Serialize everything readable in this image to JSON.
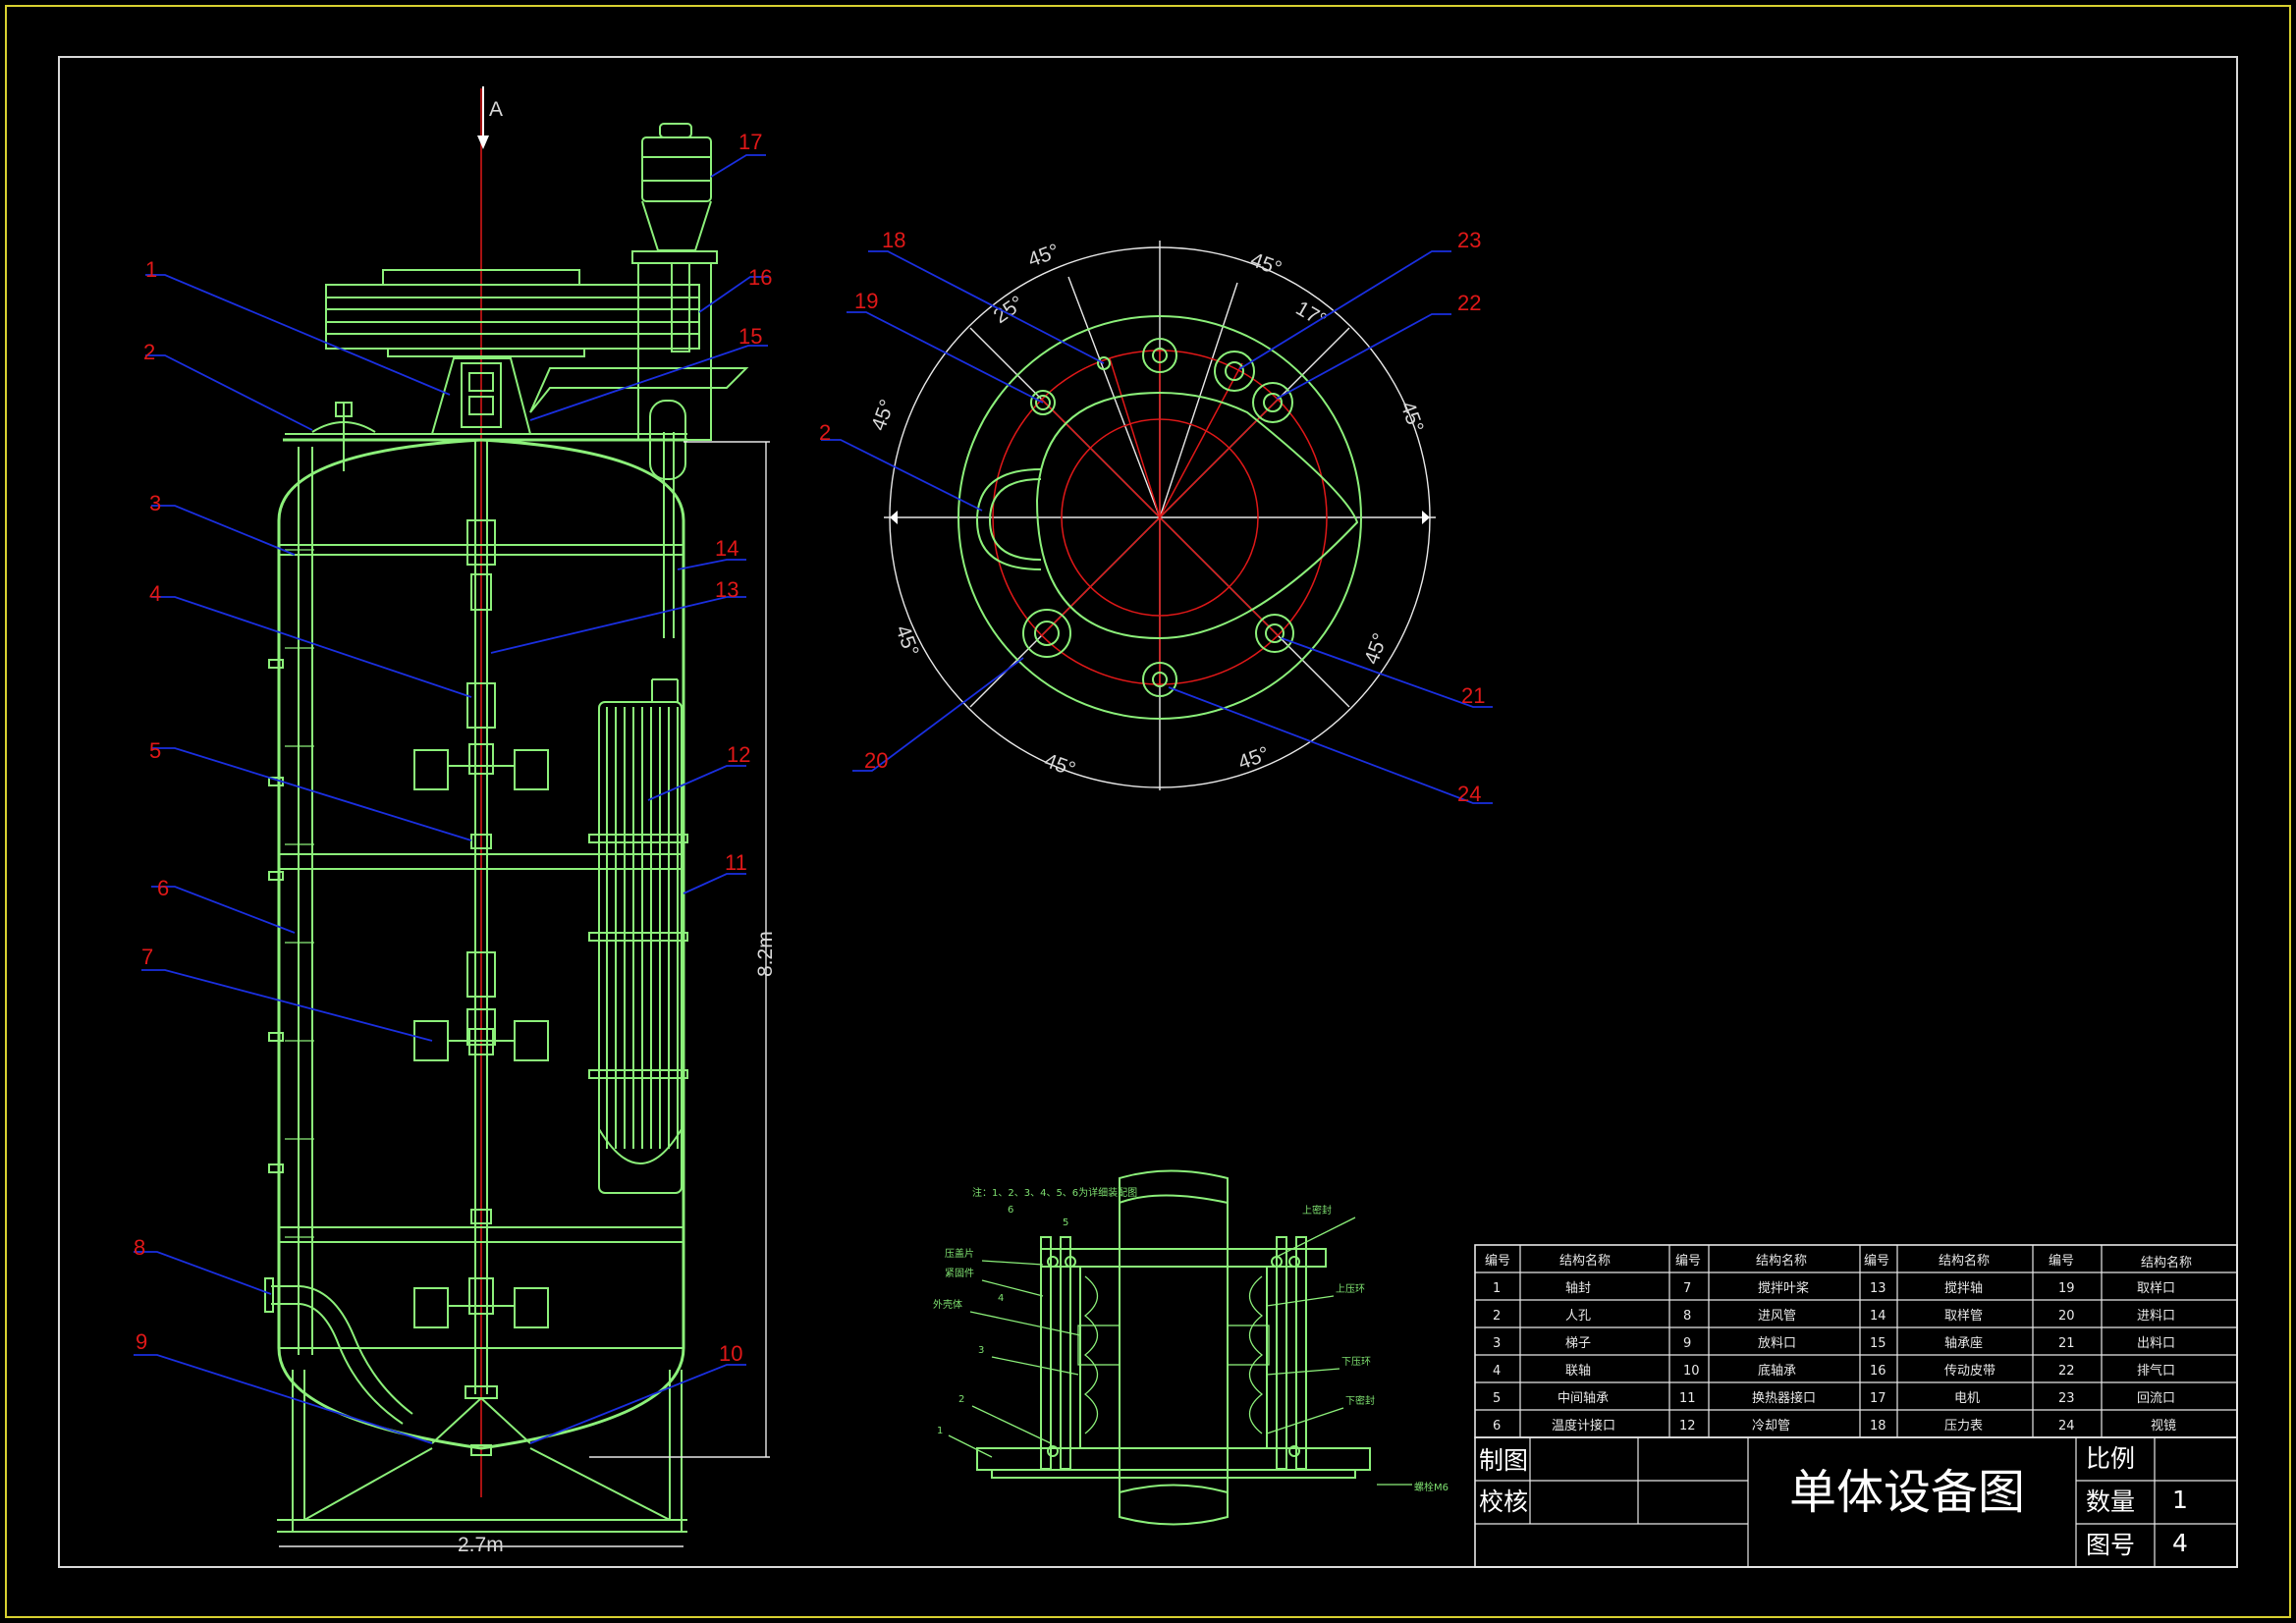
{
  "view_label": "A",
  "dims": {
    "height": "8.2m",
    "width": "2.7m",
    "angle45": "45°",
    "angle25": "25°",
    "angle17": "17°"
  },
  "callouts": [
    "1",
    "2",
    "3",
    "4",
    "5",
    "6",
    "7",
    "8",
    "9",
    "10",
    "11",
    "12",
    "13",
    "14",
    "15",
    "16",
    "17",
    "18",
    "19",
    "20",
    "21",
    "22",
    "23",
    "24"
  ],
  "detail_note": "注：1、2、3、4、5、6为详细装配图",
  "detail_labels": {
    "a": "压盖片",
    "b": "紧固件",
    "c": "外壳体",
    "d": "上密封",
    "e": "上压环",
    "f": "下压环",
    "g": "下密封",
    "h": "螺栓M6",
    "n1": "1",
    "n2": "2",
    "n3": "3",
    "n4": "4",
    "n5": "5",
    "n6": "6"
  },
  "parts_table": {
    "header": [
      "编号",
      "结构名称",
      "编号",
      "结构名称",
      "编号",
      "结构名称",
      "编号",
      "结构名称"
    ],
    "rows": [
      [
        "1",
        "轴封",
        "7",
        "搅拌叶桨",
        "13",
        "搅拌轴",
        "19",
        "取样口"
      ],
      [
        "2",
        "人孔",
        "8",
        "进风管",
        "14",
        "取样管",
        "20",
        "进料口"
      ],
      [
        "3",
        "梯子",
        "9",
        "放料口",
        "15",
        "轴承座",
        "21",
        "出料口"
      ],
      [
        "4",
        "联轴",
        "10",
        "底轴承",
        "16",
        "传动皮带",
        "22",
        "排气口"
      ],
      [
        "5",
        "中间轴承",
        "11",
        "换热器接口",
        "17",
        "电机",
        "23",
        "回流口"
      ],
      [
        "6",
        "温度计接口",
        "12",
        "冷却管",
        "18",
        "压力表",
        "24",
        "视镜"
      ]
    ]
  },
  "title_block": {
    "drawn_label": "制图",
    "checked_label": "校核",
    "title": "单体设备图",
    "scale_label": "比例",
    "qty_label": "数量",
    "qty_value": "1",
    "drawing_no_label": "图号",
    "drawing_no_value": "4"
  },
  "colors": {
    "background": "#000000",
    "outline": "#8cf07a",
    "centerline": "#e01818",
    "leader": "#1a2fe0",
    "label": "#e01818",
    "dimension": "#e8e8e8"
  }
}
